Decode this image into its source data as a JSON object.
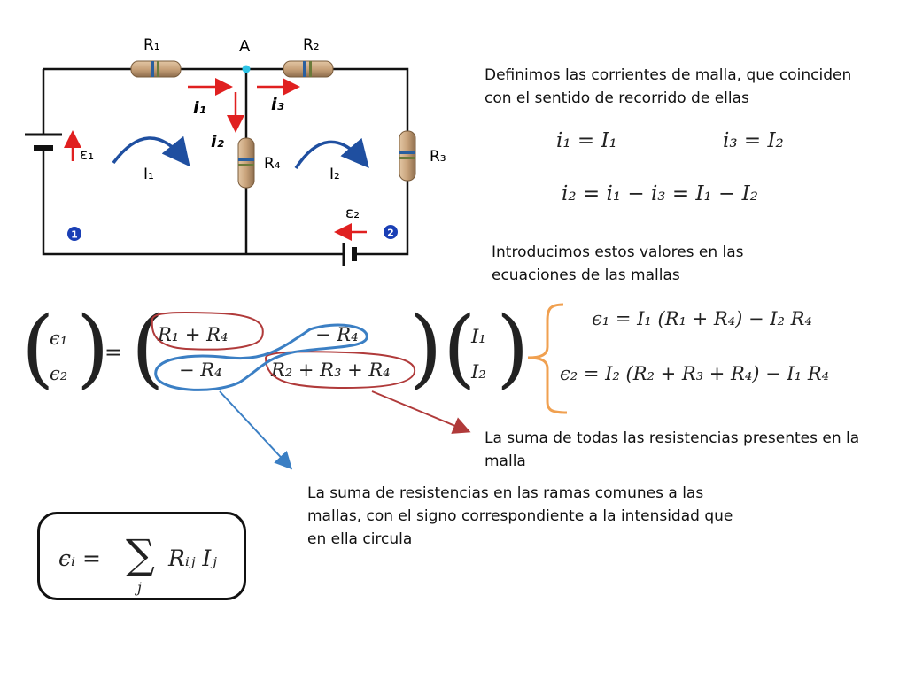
{
  "circuit": {
    "labels": {
      "node": "A",
      "r1": "R₁",
      "r2": "R₂",
      "r3": "R₃",
      "r4": "R₄",
      "emf1": "ε₁",
      "emf2": "ε₂",
      "i1": "i₁",
      "i2": "i₂",
      "i3": "i₃",
      "loop1": "I₁",
      "loop2": "I₂",
      "badge1": "1",
      "badge2": "2"
    },
    "colors": {
      "wire": "#111111",
      "current_arrow": "#e02020",
      "loop_arrow": "#1f4fa0",
      "node": "#2ec4e6",
      "resistor": "#c8a27a",
      "badge": "#1a3fb5"
    }
  },
  "text": {
    "intro": "Definimos las corrientes de malla, que coinciden con el sentido de recorrido de ellas",
    "values_intro": "Introducimos estos valores en las ecuaciones de las mallas",
    "note_red": "La suma de todas las resistencias presentes en la malla",
    "note_blue": "La suma de resistencias en las ramas comunes a las mallas, con el signo correspondiente a la intensidad que en ella circula"
  },
  "equations": {
    "eq_i1": "i₁ = I₁",
    "eq_i3": "i₃ = I₂",
    "eq_i2": "i₂ = i₁ − i₃ = I₁ − I₂",
    "vec_e1": "ϵ₁",
    "vec_e2": "ϵ₂",
    "equals": "=",
    "m11": "R₁ + R₄",
    "m12": "− R₄",
    "m21": "− R₄",
    "m22": "R₂ + R₃ + R₄",
    "vec_i1": "I₁",
    "vec_i2": "I₂",
    "sys1": "ϵ₁ = I₁ (R₁ + R₄) − I₂ R₄",
    "sys2": "ϵ₂ = I₂ (R₂ + R₃ + R₄) − I₁ R₄",
    "general_lhs": "ϵᵢ =",
    "general_sum": "∑",
    "general_index": "j",
    "general_rhs": "Rᵢⱼ Iⱼ"
  },
  "annotation_colors": {
    "red": "#b03a3a",
    "blue": "#3b7fc4",
    "brace": "#f0a050"
  }
}
